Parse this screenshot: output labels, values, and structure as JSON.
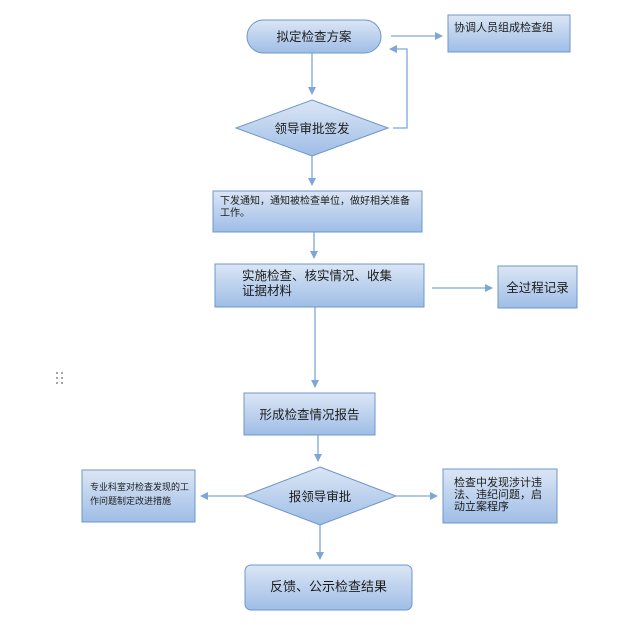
{
  "colors": {
    "box_top": "#dbe6f5",
    "box_bottom": "#9fbde6",
    "box_border": "#6d97c9",
    "arrow": "#7ea6d6"
  },
  "flowchart": {
    "draft_plan": "拟定检查方案",
    "coordinate_team": "协调人员组成检查组",
    "leader_approve": "领导审批签发",
    "issue_notice": "下发通知，通知被检查单位，做好相关准备工作。",
    "implement_check": "实施检查、核实情况、收集证据材料",
    "full_record": "全过程记录",
    "form_report": "形成检查情况报告",
    "report_leader": "报领导审批",
    "rectify_notice": "专业科室对检查发现的工作问题制定改进措施",
    "violation_case": "检查中发现涉计违法、违纪问题，启动立案程序",
    "publish_result": "反馈、公示检查结果"
  },
  "icons": {
    "drag_handle": "drag-handle-icon"
  }
}
